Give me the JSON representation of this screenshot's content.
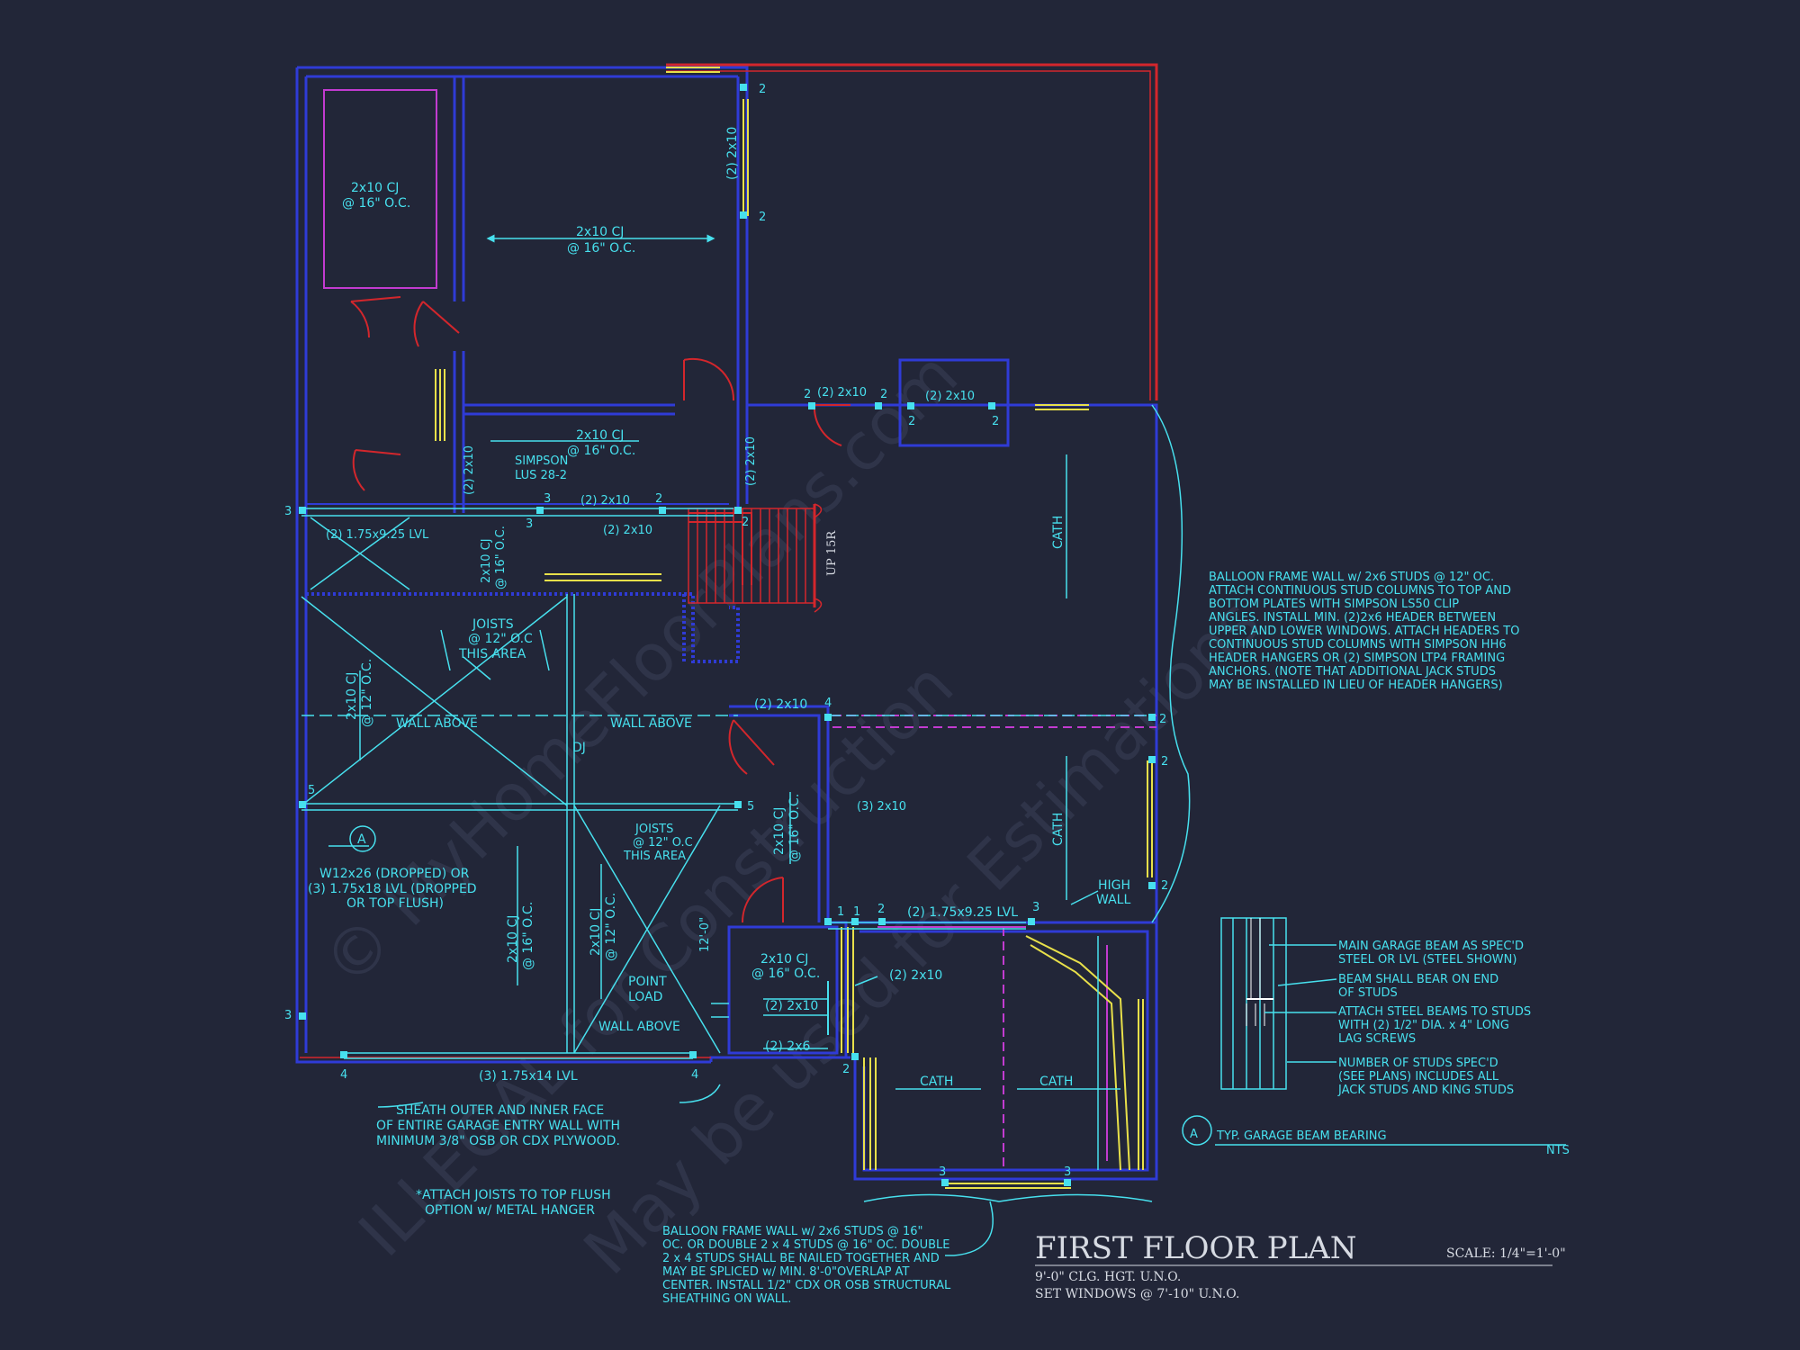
{
  "colors": {
    "background": "#222638",
    "wall": "#2f3bd6",
    "cyan": "#47e0ee",
    "red": "#d3262c",
    "magenta": "#c23bd0",
    "yellow": "#e8e04a",
    "title": "#d7dbe3"
  },
  "title": {
    "main": "FIRST FLOOR PLAN",
    "line1": "9'-0\" CLG. HGT. U.N.O.",
    "line2": "SET WINDOWS @ 7'-10\" U.N.O.",
    "scale": "SCALE: 1/4\"=1'-0\""
  },
  "watermark": {
    "line1": "© MyHomeFloorPlans.com",
    "line2": "ILLEGAL for Construction",
    "line3": "May be used for Estimations"
  },
  "labels": {
    "cj_top_left_1": "2x10 CJ",
    "cj_top_left_2": "@ 16\" O.C.",
    "cj_top_mid_1": "2x10 CJ",
    "cj_top_mid_2": "@ 16\" O.C.",
    "cj_mid_1": "2x10 CJ",
    "cj_mid_2": "@ 16\" O.C.",
    "vert_2x10_top": "(2) 2x10",
    "vert_2x10_mid": "(2) 2x10",
    "vert_2x10_small": "(2) 2x10",
    "hdr_2x10_a": "(2) 2x10",
    "hdr_2x10_b": "(2) 2x10",
    "simpson_1": "SIMPSON",
    "simpson_2": "LUS 28-2",
    "hdr_2x10_c": "(2) 2x10",
    "hdr_2x10_d": "(2) 2x10",
    "lvl_left": "(2) 1.75x9.25 LVL",
    "cj_vert_small_1": "2x10 CJ",
    "cj_vert_small_2": "@ 16\" O.C.",
    "stair": "UP 15R",
    "cath_1": "CATH",
    "cath_2": "CATH",
    "joists_1a": "JOISTS",
    "joists_1b": "@ 12\" O.C",
    "joists_1c": "THIS AREA",
    "cj_12_1": "2x10 CJ",
    "cj_12_2": "@ 12\" O.C.",
    "wall_above_1": "WALL ABOVE",
    "wall_above_2": "WALL ABOVE",
    "wall_above_3": "WALL ABOVE",
    "dj": "DJ",
    "hdr_2x10_e": "(2) 2x10",
    "hdr_3x10": "(3) 2x10",
    "joists_2a": "JOISTS",
    "joists_2b": "@ 12\" O.C",
    "joists_2c": "THIS AREA",
    "beam_1": "W12x26 (DROPPED) OR",
    "beam_2": "(3) 1.75x18 LVL (DROPPED",
    "beam_3": "OR TOP FLUSH)",
    "cj_b1_1": "2x10 CJ",
    "cj_b1_2": "@ 16\" O.C.",
    "cj_b2_1": "2x10 CJ",
    "cj_b2_2": "@ 12\" O.C.",
    "dim_12": "12'-0\"",
    "cj_b3_1": "2x10 CJ",
    "cj_b3_2": "@ 16\" O.C.",
    "point_1": "POINT",
    "point_2": "LOAD",
    "cj_b4_1": "2x10 CJ",
    "cj_b4_2": "@ 16\" O.C.",
    "hdr_2x10_f": "(2) 2x10",
    "hdr_2x10_g": "(2) 2x10",
    "hdr_2x6": "(2) 2x6",
    "lvl_mid": "(2) 1.75x9.25 LVL",
    "high_1": "HIGH",
    "high_2": "WALL",
    "lvl_bottom": "(3) 1.75x14 LVL",
    "cath_3": "CATH",
    "cath_4": "CATH",
    "sheath_1": "SHEATH OUTER AND INNER FACE",
    "sheath_2": "OF ENTIRE GARAGE ENTRY WALL WITH",
    "sheath_3": "MINIMUM 3/8\" OSB OR CDX PLYWOOD.",
    "attach_1": "*ATTACH JOISTS TO TOP FLUSH",
    "attach_2": "OPTION w/ METAL HANGER",
    "balloon_top": [
      "BALLOON FRAME WALL w/ 2x6 STUDS @ 12\" OC.",
      "ATTACH CONTINUOUS STUD COLUMNS TO TOP AND",
      "BOTTOM PLATES WITH SIMPSON LS50 CLIP",
      "ANGLES. INSTALL MIN. (2)2x6 HEADER BETWEEN",
      "UPPER AND LOWER WINDOWS. ATTACH HEADERS TO",
      "CONTINUOUS STUD COLUMNS WITH SIMPSON HH6",
      "HEADER HANGERS OR (2) SIMPSON LTP4 FRAMING",
      "ANCHORS. (NOTE THAT ADDITIONAL JACK STUDS",
      "MAY BE INSTALLED IN LIEU OF HEADER HANGERS)"
    ],
    "balloon_bottom": [
      "BALLOON FRAME WALL w/ 2x6 STUDS @ 16\"",
      "OC. OR DOUBLE 2 x 4 STUDS @ 16\" OC. DOUBLE",
      "2 x 4 STUDS SHALL BE NAILED TOGETHER AND",
      "MAY BE SPLICED w/ MIN. 8'-0\"OVERLAP AT",
      "CENTER. INSTALL 1/2\" CDX OR OSB STRUCTURAL",
      "SHEATHING ON WALL."
    ],
    "detail": [
      "MAIN GARAGE BEAM AS SPEC'D",
      "STEEL OR LVL (STEEL SHOWN)",
      "BEAM SHALL BEAR ON END",
      "OF STUDS",
      "ATTACH STEEL BEAMS TO STUDS",
      "WITH (2) 1/2\" DIA. x 4\" LONG",
      "LAG SCREWS",
      "NUMBER OF STUDS SPEC'D",
      "(SEE PLANS) INCLUDES ALL",
      "JACK STUDS AND KING STUDS"
    ],
    "detail_tag": "A",
    "detail_title": "TYP. GARAGE BEAM BEARING",
    "detail_nts": "NTS",
    "callout_a": "A",
    "post_nums": [
      "2",
      "2",
      "2",
      "2",
      "2",
      "2",
      "3",
      "3",
      "3",
      "2",
      "2",
      "2",
      "2",
      "2",
      "2",
      "2",
      "4",
      "2",
      "2",
      "2",
      "5",
      "5",
      "1",
      "1",
      "2",
      "3",
      "3",
      "3",
      "4",
      "4",
      "2",
      "3",
      "3"
    ]
  }
}
